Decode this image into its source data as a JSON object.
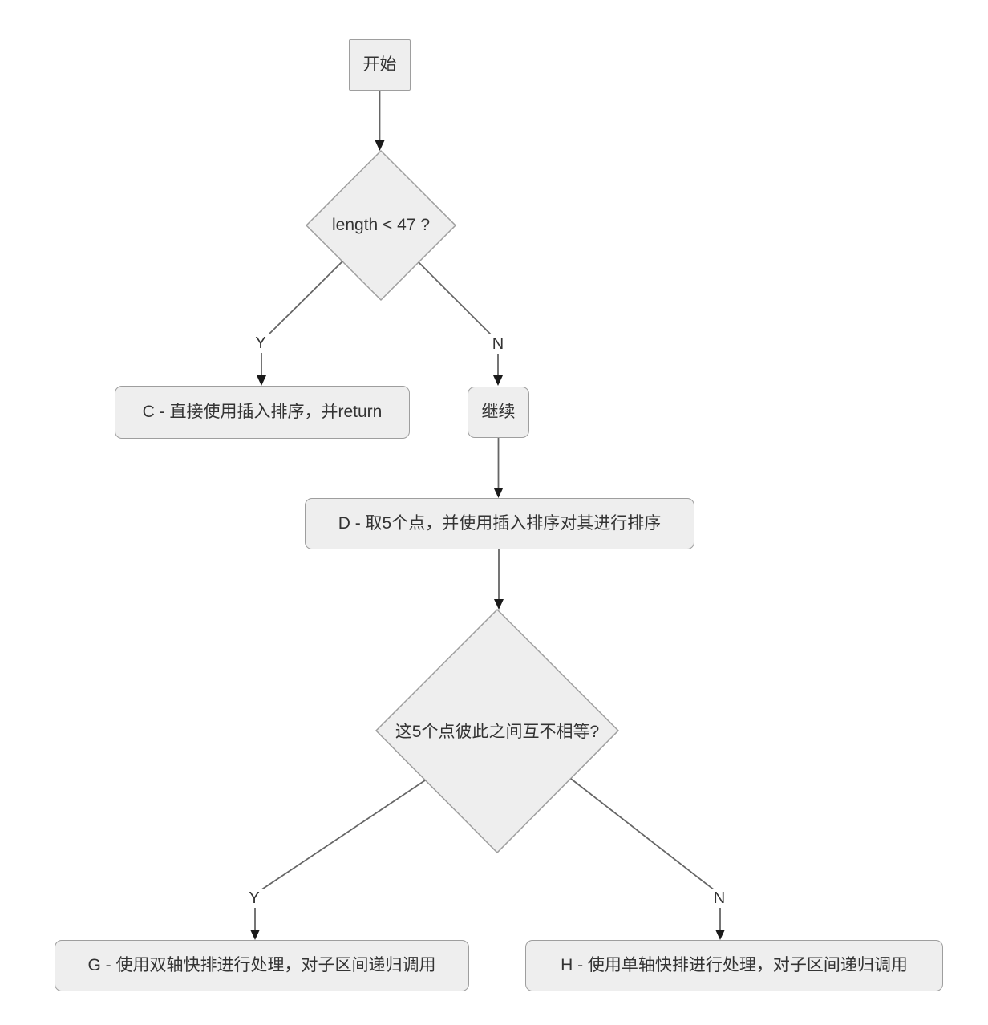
{
  "flowchart": {
    "nodes": {
      "start": {
        "label": "开始",
        "type": "box"
      },
      "decision_length": {
        "label": "length < 47 ?",
        "type": "diamond"
      },
      "insertion_sort": {
        "label": "C - 直接使用插入排序，并return",
        "type": "box"
      },
      "continue_step": {
        "label": "继续",
        "type": "box"
      },
      "pick_points": {
        "label": "D - 取5个点，并使用插入排序对其进行排序",
        "type": "box"
      },
      "decision_distinct": {
        "label": "这5个点彼此之间互不相等?",
        "type": "diamond"
      },
      "dual_pivot": {
        "label": "G - 使用双轴快排进行处理，对子区间递归调用",
        "type": "box"
      },
      "single_pivot": {
        "label": "H - 使用单轴快排进行处理，对子区间递归调用",
        "type": "box"
      }
    },
    "edge_labels": {
      "length_yes": "Y",
      "length_no": "N",
      "distinct_yes": "Y",
      "distinct_no": "N"
    },
    "colors": {
      "background": "#ffffff",
      "node_fill": "#eeeeee",
      "node_border": "#9e9e9e",
      "text": "#333333",
      "edge_line": "#666666",
      "arrowhead": "#1a1a1a"
    }
  }
}
